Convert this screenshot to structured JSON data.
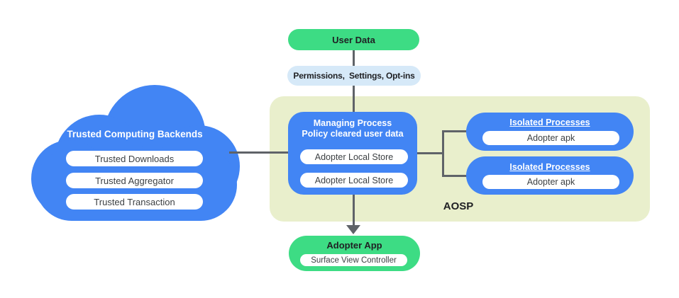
{
  "colors": {
    "blue": "#4285f4",
    "green": "#3ddc84",
    "light_blue": "#d6e9f8",
    "container_bg": "#e9efcc",
    "line_gray": "#5f6368",
    "pill_text": "#3c4043",
    "dark_text": "#202124",
    "white": "#ffffff"
  },
  "nodes": {
    "user_data": {
      "label": "User Data"
    },
    "permissions": {
      "label": "Permissions,  Settings, Opt-ins"
    },
    "cloud": {
      "title": "Trusted Computing Backends",
      "items": [
        "Trusted Downloads",
        "Trusted Aggregator",
        "Trusted Transaction"
      ]
    },
    "aosp": {
      "label": "AOSP"
    },
    "managing_process": {
      "title_lines": [
        "Managing Process",
        "Policy cleared user data"
      ],
      "stores": [
        "Adopter Local Store",
        "Adopter Local Store"
      ]
    },
    "isolated_processes": [
      {
        "title": "Isolated Processes",
        "item": "Adopter apk"
      },
      {
        "title": "Isolated Processes",
        "item": "Adopter apk"
      }
    ],
    "adopter_app": {
      "title": "Adopter App",
      "item": "Surface View Controller"
    }
  }
}
